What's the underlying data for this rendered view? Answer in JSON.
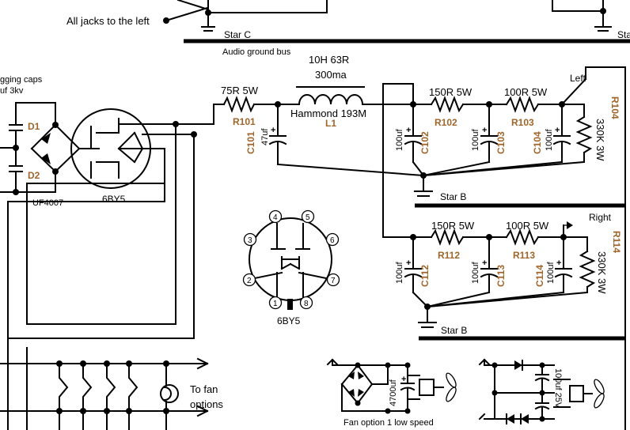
{
  "notes": {
    "jacks": "All jacks to the left",
    "star_c": "Star C",
    "audio_ground_bus": "Audio ground bus",
    "star_b1": "Star B",
    "star_b2": "Star B",
    "to_fan": "To fan",
    "options": "options",
    "fan_option": "Fan option 1 low speed",
    "left": "Left",
    "right": "Right",
    "bridging_caps": "gging caps",
    "bridging_val": "uf 3kv"
  },
  "tubes": {
    "rectifier": "6BY5",
    "base": "6BY5",
    "pins": [
      "1",
      "2",
      "3",
      "4",
      "5",
      "6",
      "7",
      "8"
    ]
  },
  "diodes": {
    "d1": "D1",
    "d2": "D2",
    "part": "UF4007"
  },
  "choke": {
    "spec": "10H 63R",
    "current": "300ma",
    "model": "Hammond 193M",
    "ref": "L1"
  },
  "resistors": {
    "r101": {
      "value": "75R 5W",
      "ref": "R101"
    },
    "r102": {
      "value": "150R 5W",
      "ref": "R102"
    },
    "r103": {
      "value": "100R 5W",
      "ref": "R103"
    },
    "r104": {
      "value": "330K 3W",
      "ref": "R104"
    },
    "r112": {
      "value": "150R 5W",
      "ref": "R112"
    },
    "r113": {
      "value": "100R 5W",
      "ref": "R113"
    },
    "r114": {
      "value": "330K 3W",
      "ref": "R114"
    }
  },
  "capacitors": {
    "c101": {
      "value": "47uf",
      "ref": "C101"
    },
    "c102": {
      "value": "100uf",
      "ref": "C102"
    },
    "c103": {
      "value": "100uf",
      "ref": "C103"
    },
    "c104": {
      "value": "100uf",
      "ref": "C104"
    },
    "c112": {
      "value": "100uf",
      "ref": "C112"
    },
    "c113": {
      "value": "100uf",
      "ref": "C113"
    },
    "c114": {
      "value": "100uf",
      "ref": "C114"
    },
    "fan_cap": "4700uf",
    "fan_cap2": "100uf 25V"
  }
}
